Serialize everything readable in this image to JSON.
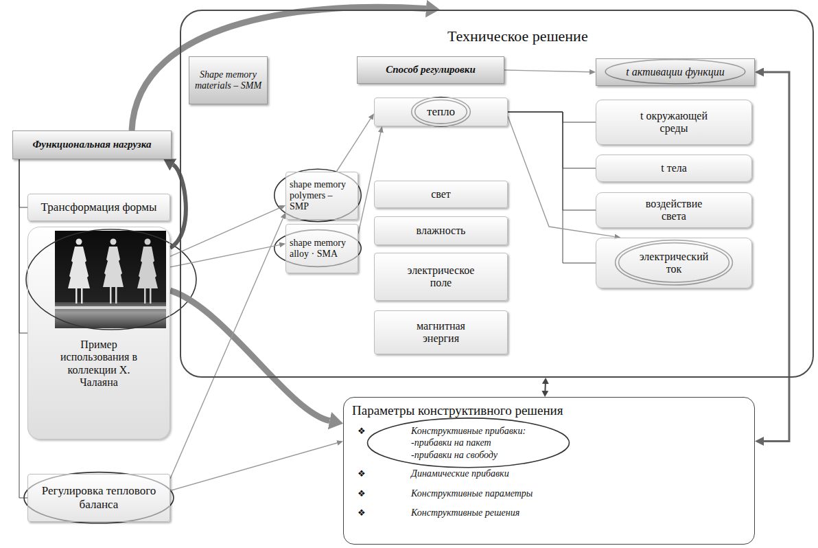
{
  "diagram": {
    "nodes": [
      {
        "text": [
          "Функциональная нагрузка"
        ]
      },
      {
        "text": [
          "Трансформация формы"
        ]
      },
      {
        "text": [
          "Пример использования в коллекции Х. Чалаяна"
        ]
      },
      {
        "text": [
          "Регулировка теплового баланса"
        ]
      },
      {
        "text": [
          "Техническое решение"
        ]
      },
      {
        "text": [
          "Shape memory materials – SMM"
        ],
        "in": 4
      },
      {
        "text": [
          "Способ регулировки"
        ],
        "in": 4
      },
      {
        "text": [
          "t активации функции"
        ],
        "in": 4
      },
      {
        "text": [
          "shape memory polymers – SMP"
        ],
        "in": 4
      },
      {
        "text": [
          "shape memory alloy · SMA"
        ],
        "in": 4
      },
      {
        "text": [
          "тепло"
        ],
        "in": 4
      },
      {
        "text": [
          "свет"
        ],
        "in": 4
      },
      {
        "text": [
          "влажность"
        ],
        "in": 4
      },
      {
        "text": [
          "электрическое поле"
        ],
        "in": 4
      },
      {
        "text": [
          "магнитная энергия"
        ],
        "in": 4
      },
      {
        "text": [
          "t окружающей среды"
        ],
        "in": 4
      },
      {
        "text": [
          "t тела"
        ],
        "in": 4
      },
      {
        "text": [
          "воздействие света"
        ],
        "in": 4
      },
      {
        "text": [
          "электрический ток"
        ],
        "in": 4
      },
      {
        "text": [
          "Параметры конструктивного решения",
          "Конструктивные прибавки: -прибавки на пакет -прибавки на свободу",
          "Динамические прибавки",
          "Конструктивные параметры",
          "Конструктивные решения"
        ]
      }
    ],
    "edges": [
      {
        "from": 0,
        "to": 4,
        "arrow": "to"
      },
      {
        "from": 2,
        "to": 0,
        "arrow": "to"
      },
      {
        "from": 2,
        "to": 19,
        "arrow": "to"
      },
      {
        "from": 2,
        "to": 8,
        "arrow": "to"
      },
      {
        "from": 2,
        "to": 9,
        "arrow": "to"
      },
      {
        "from": 3,
        "to": 8,
        "arrow": "to"
      },
      {
        "from": 3,
        "to": 19,
        "arrow": "to"
      },
      {
        "from": 8,
        "to": 10,
        "arrow": "to"
      },
      {
        "from": 9,
        "to": 10,
        "arrow": "to"
      },
      {
        "from": 6,
        "to": 7,
        "arrow": "to"
      },
      {
        "from": 10,
        "to": 15,
        "arrow": "none"
      },
      {
        "from": 10,
        "to": 16,
        "arrow": "none"
      },
      {
        "from": 10,
        "to": 17,
        "arrow": "none"
      },
      {
        "from": 10,
        "to": 18,
        "arrow": "none"
      },
      {
        "from": 10,
        "to": 18,
        "arrow": "to"
      },
      {
        "from": 7,
        "to": 19,
        "arrow": "both"
      },
      {
        "from": 4,
        "to": 19,
        "arrow": "both"
      },
      {
        "from": 0,
        "to": 1,
        "arrow": "none"
      },
      {
        "from": 0,
        "to": 2,
        "arrow": "none"
      },
      {
        "from": 0,
        "to": 3,
        "arrow": "none"
      }
    ],
    "labels": [
      "❖",
      "❖",
      "❖",
      "❖"
    ]
  }
}
